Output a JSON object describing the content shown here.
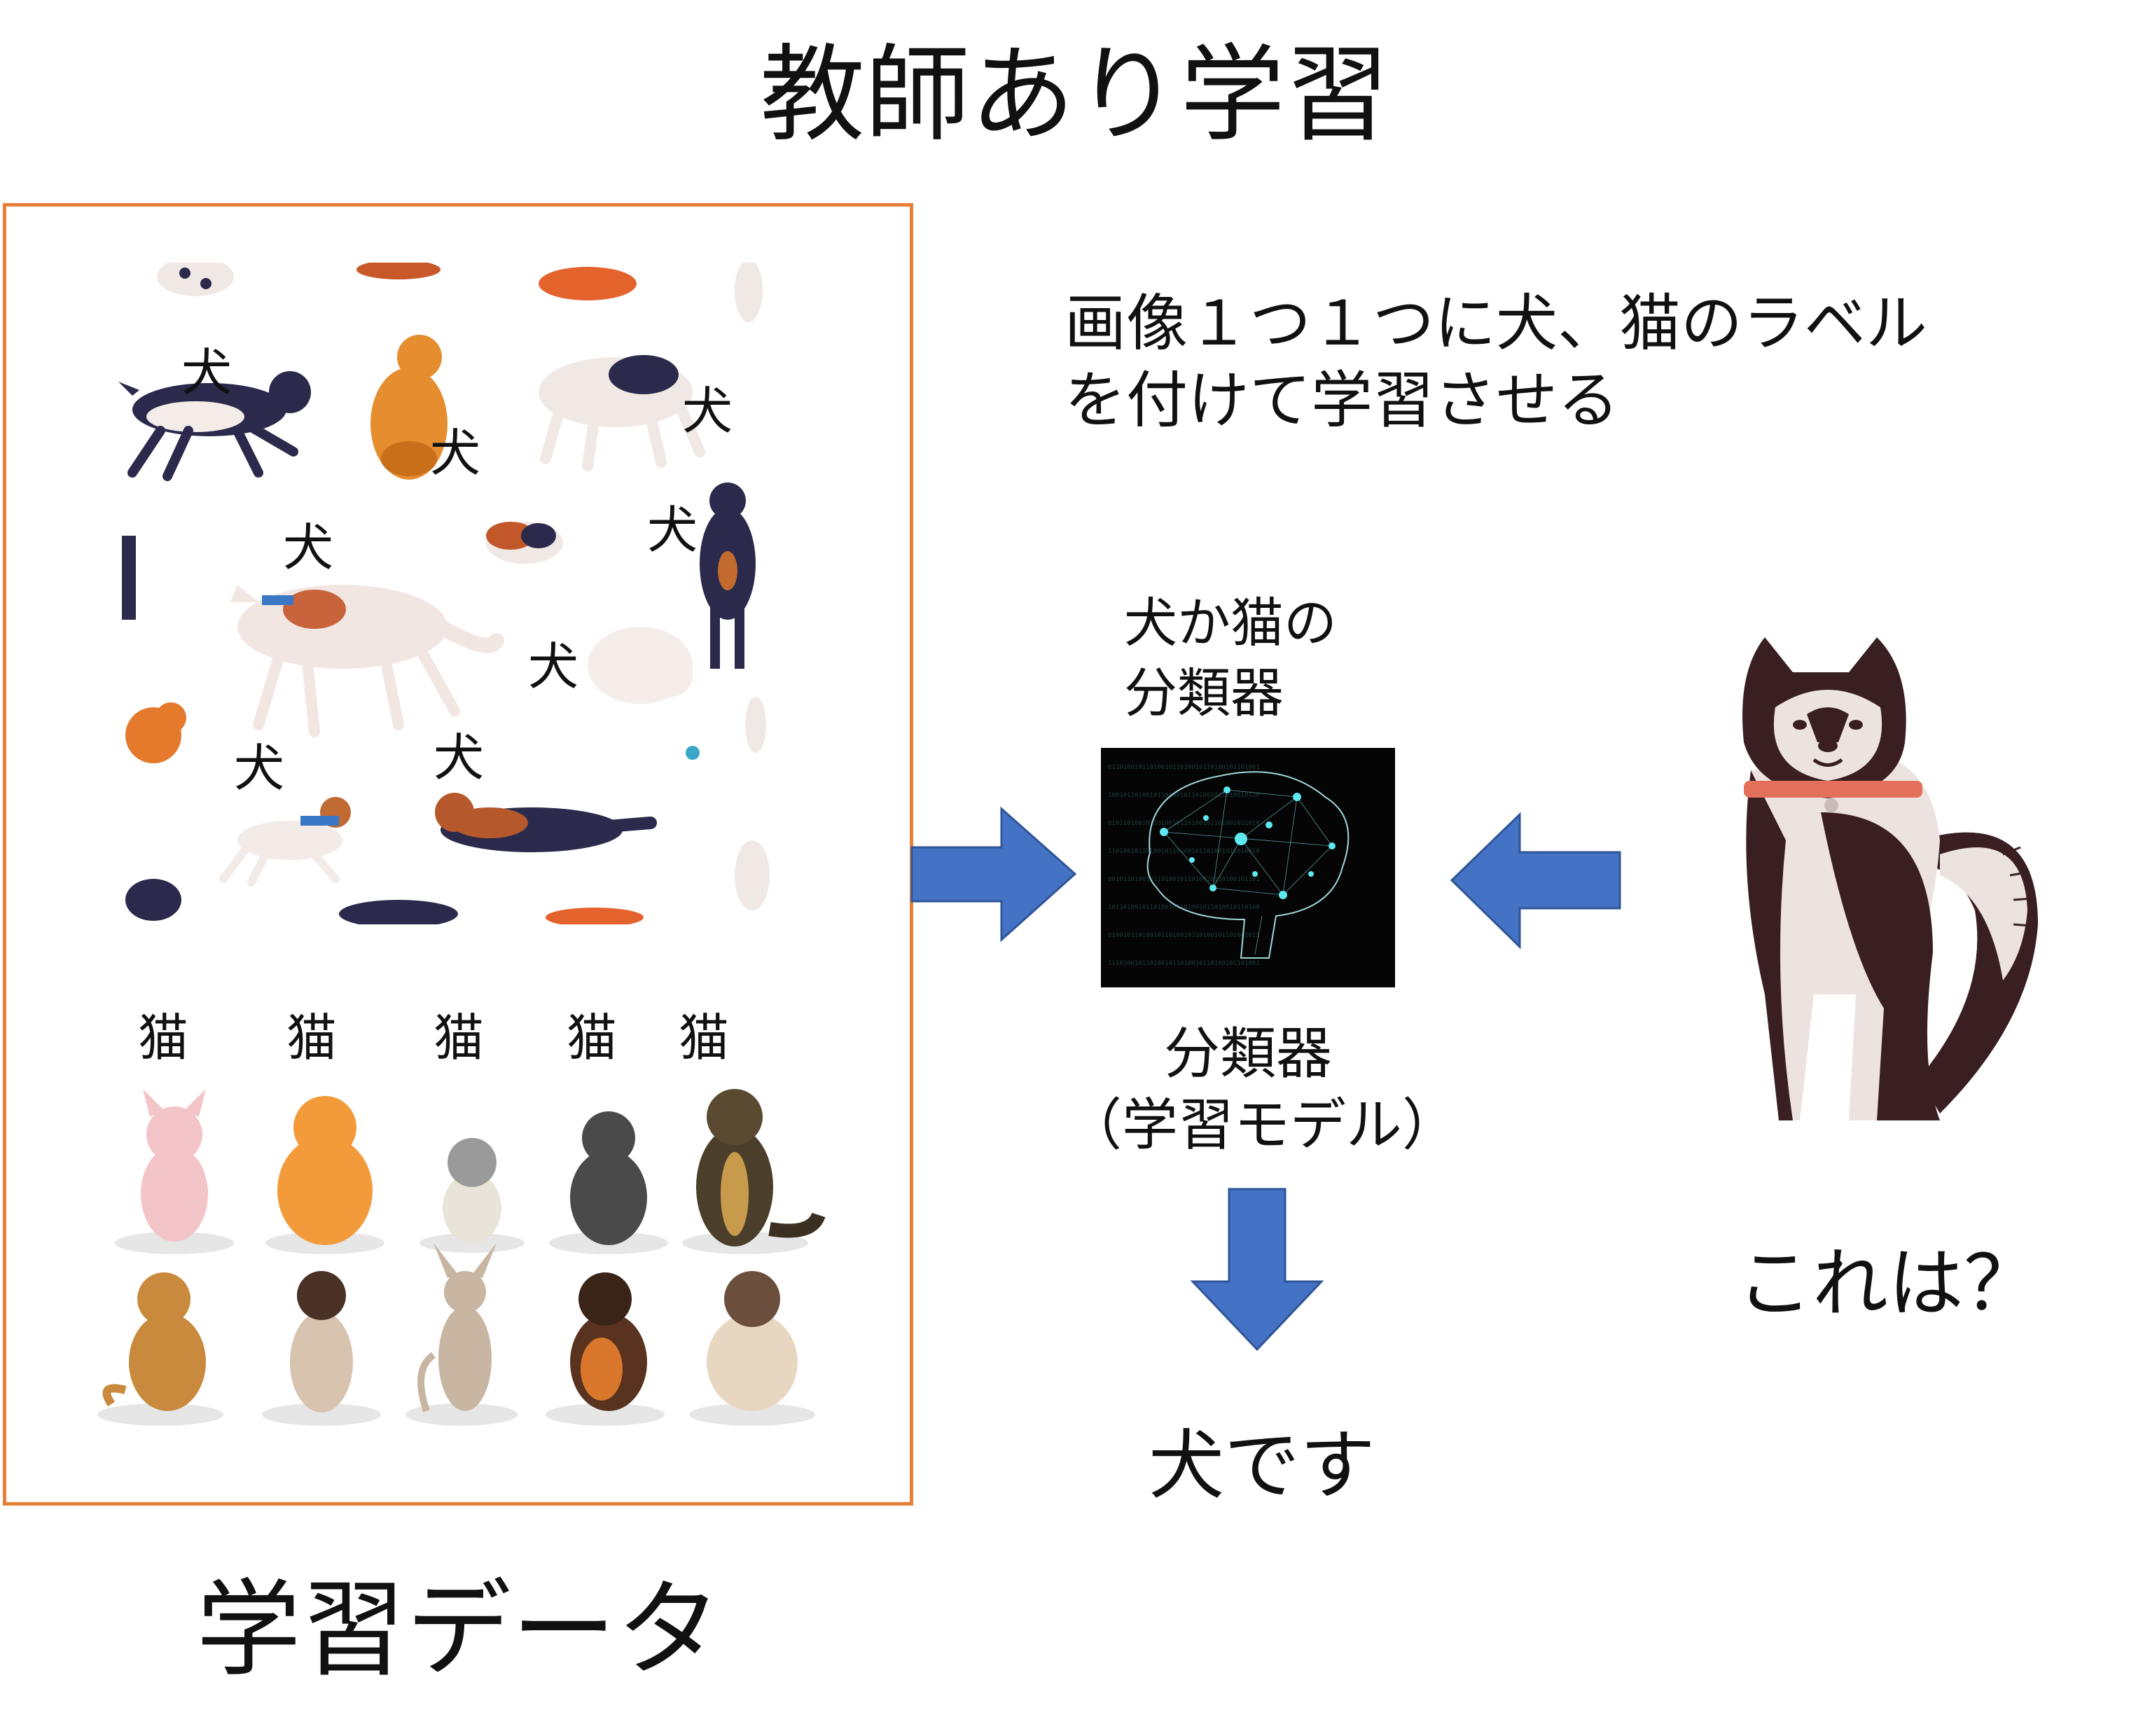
{
  "title": "教師あり学習",
  "training_data": {
    "caption": "学習データ",
    "dog_label": "犬",
    "cat_label": "猫"
  },
  "description": {
    "line1": "画像１つ１つに犬、猫のラベル",
    "line2": "を付けて学習させる"
  },
  "classifier": {
    "top_line1": "犬か猫の",
    "top_line2": "分類器",
    "bottom_line1": "分類器",
    "bottom_line2": "（学習モデル）"
  },
  "query": "これは？",
  "result": "犬です",
  "colors": {
    "panel_border": "#e8803a",
    "arrow": "#4472c4",
    "arrow_stroke": "#2f5597",
    "brain_glow": "#5ee9f0",
    "classifier_bg": "#050505"
  }
}
